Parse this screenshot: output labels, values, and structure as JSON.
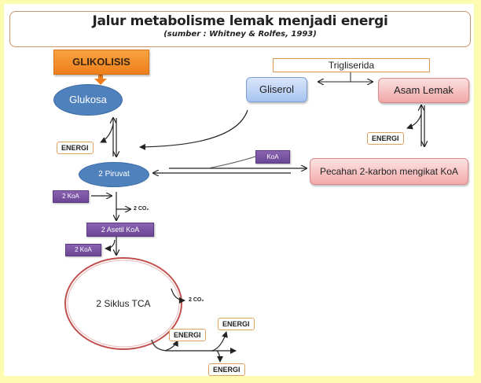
{
  "title": "Jalur metabolisme lemak menjadi energi",
  "source": "(sumber :  Whitney & Rolfes, 1993)",
  "colors": {
    "background": "#fdfbb0",
    "ellipse_blue": "#4f81bd",
    "process_orange": "#ee7f1c",
    "coenzyme_purple": "#7b55a3",
    "fatty_acid_pink": "#f1a6a6",
    "glycerol_blue": "#a8c4f0",
    "tca_ring": "#c0504d"
  },
  "nodes": {
    "glikolisis": "GLIKOLISIS",
    "glukosa": "Glukosa",
    "trigliserida": "Trigliserida",
    "gliserol": "Gliserol",
    "asam_lemak": "Asam Lemak",
    "piruvat": "2 Piruvat",
    "koa_top": "KoA",
    "pecahan": "Pecahan 2-karbon mengikat KoA",
    "koa_1": "2 KoA",
    "co2_1": "2 CO₂",
    "asetil_koa": "2 Asetil KoA",
    "koa_2": "2 KoA",
    "tca": "2 Siklus TCA",
    "co2_2": "2 CO₂"
  },
  "energi_labels": {
    "glukosa_energi": "ENERGI",
    "asam_energi": "ENERGI",
    "tca_energi_1": "ENERGI",
    "tca_energi_2": "ENERGI",
    "tca_energi_3": "ENERGI"
  }
}
